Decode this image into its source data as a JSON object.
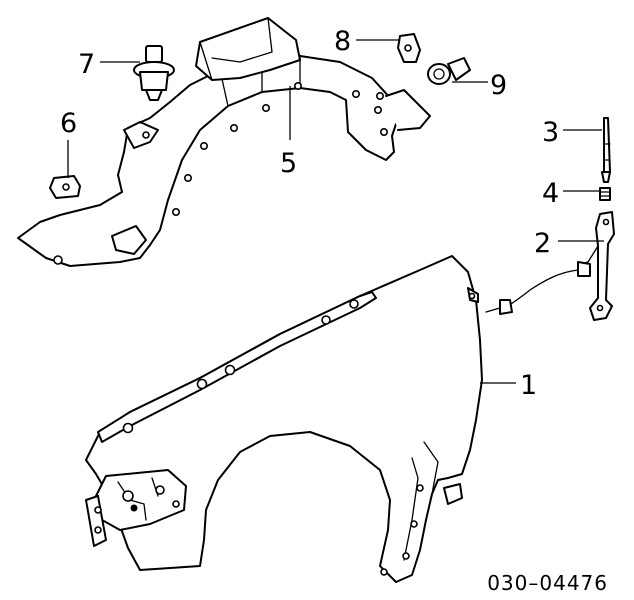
{
  "diagram": {
    "callouts": [
      {
        "id": "1",
        "label": "1",
        "part": "fender-panel"
      },
      {
        "id": "2",
        "label": "2",
        "part": "antenna-bracket"
      },
      {
        "id": "3",
        "label": "3",
        "part": "antenna-mast"
      },
      {
        "id": "4",
        "label": "4",
        "part": "antenna-nut"
      },
      {
        "id": "5",
        "label": "5",
        "part": "fender-liner"
      },
      {
        "id": "6",
        "label": "6",
        "part": "clip-nut"
      },
      {
        "id": "7",
        "label": "7",
        "part": "push-pin-clip"
      },
      {
        "id": "8",
        "label": "8",
        "part": "speed-nut"
      },
      {
        "id": "9",
        "label": "9",
        "part": "grommet"
      }
    ],
    "part_number_code": "030–04476"
  }
}
